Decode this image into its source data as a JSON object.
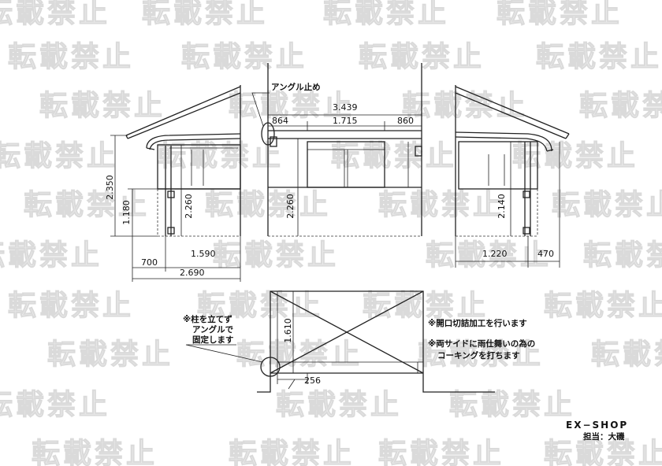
{
  "watermark": {
    "text": "転載禁止"
  },
  "notes": {
    "angle_stop": "アングル止め",
    "no_post_line1": "※柱を立てず",
    "no_post_line2": "アングルで",
    "no_post_line3": "固定します",
    "opening_cut": "※開口切詰加工を行います",
    "caulk_line1": "※両サイドに雨仕舞いの為の",
    "caulk_line2": "コーキングを打ちます"
  },
  "dimensions": {
    "left_height_total": "2.350",
    "left_height_low": "1.180",
    "left_height_inner": "2.260",
    "left_700": "700",
    "left_1590": "1.590",
    "left_2690": "2.690",
    "front_total": "3.439",
    "front_864": "864",
    "front_1715": "1.715",
    "front_860": "860",
    "front_height": "2.260",
    "right_height": "2.140",
    "right_1220": "1.220",
    "right_470": "470",
    "plan_1610": "1.610",
    "plan_256": "256"
  },
  "footer": {
    "brand": "EX−SHOP",
    "staff": "担当：大磯"
  }
}
